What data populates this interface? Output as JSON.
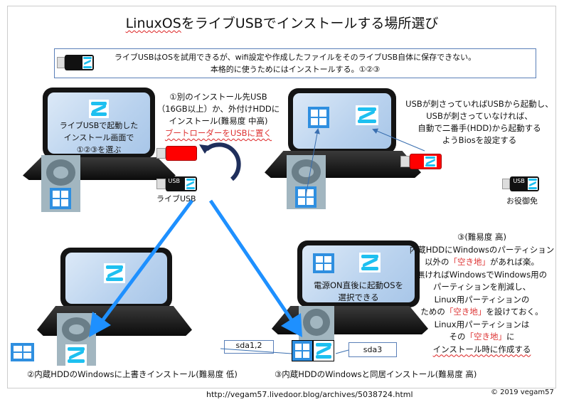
{
  "title": "LinuxOSをライブUSBでインストールする場所選び",
  "title_underlined": "LinuxOS",
  "title_rest": "をライブUSBでインストールする場所選び",
  "info": {
    "line1": "ライブUSBはOSを試用できるが、wifi設定や作成したファイルをそのライブUSB自体に保存できない。",
    "line2": "本格的に使うためにはインストールする。①②③"
  },
  "laptop1_screen": [
    "ライブUSBで起動した",
    "インストール画面で",
    "①②③を選ぶ"
  ],
  "option1": {
    "lines": [
      "①別のインストール先USB",
      "（16GB以上）か、外付けHDDに",
      "インストール(難易度 中高)"
    ],
    "note": "ブートローダーをUSBに置く"
  },
  "live_usb_label": "ライブUSB",
  "usb_text_label": "USB",
  "option1_boot": [
    "USBが刺さっていればUSBから起動し、",
    "USBが刺さっていなければ、",
    "自動で二番手(HDD)から起動する",
    "ようBiosを設定する"
  ],
  "dismissed_label": "お役御免",
  "laptop4_screen": [
    "電源ON直後に起動OSを",
    "選択できる"
  ],
  "option3": {
    "head": "③(難易度 高)",
    "l1": "内蔵HDDにWindowsのパーティション",
    "l2a": "以外の",
    "l2b": "「空き地」",
    "l2c": "があれば楽。",
    "l3": "無ければWindowsでWindows用の",
    "l4": "パーティションを削減し、",
    "l5": "Linux用パーティションの",
    "l6a": "ための",
    "l6b": "「空き地」",
    "l6c": "を設けておく。",
    "l7": "Linux用パーティションは",
    "l8a": "その",
    "l8b": "「空き地」",
    "l8c": "に",
    "l9": "インストール時に作成する"
  },
  "partitions": {
    "windows": "sda1,2",
    "linux": "sda3"
  },
  "caption2": "②内蔵HDDのWindowsに上書きインストール(難易度 低)",
  "caption3": "③内蔵HDDのWindowsと同居インストール(難易度 高)",
  "url": "http://vegam57.livedoor.blog/archives/5038724.html",
  "copyright": "© 2019 vegam57",
  "colors": {
    "accent_blue": "#2f8fe0",
    "arrow_blue": "#1e90ff",
    "warning_red": "#d33",
    "zorin_cyan": "#1ec0f0"
  }
}
